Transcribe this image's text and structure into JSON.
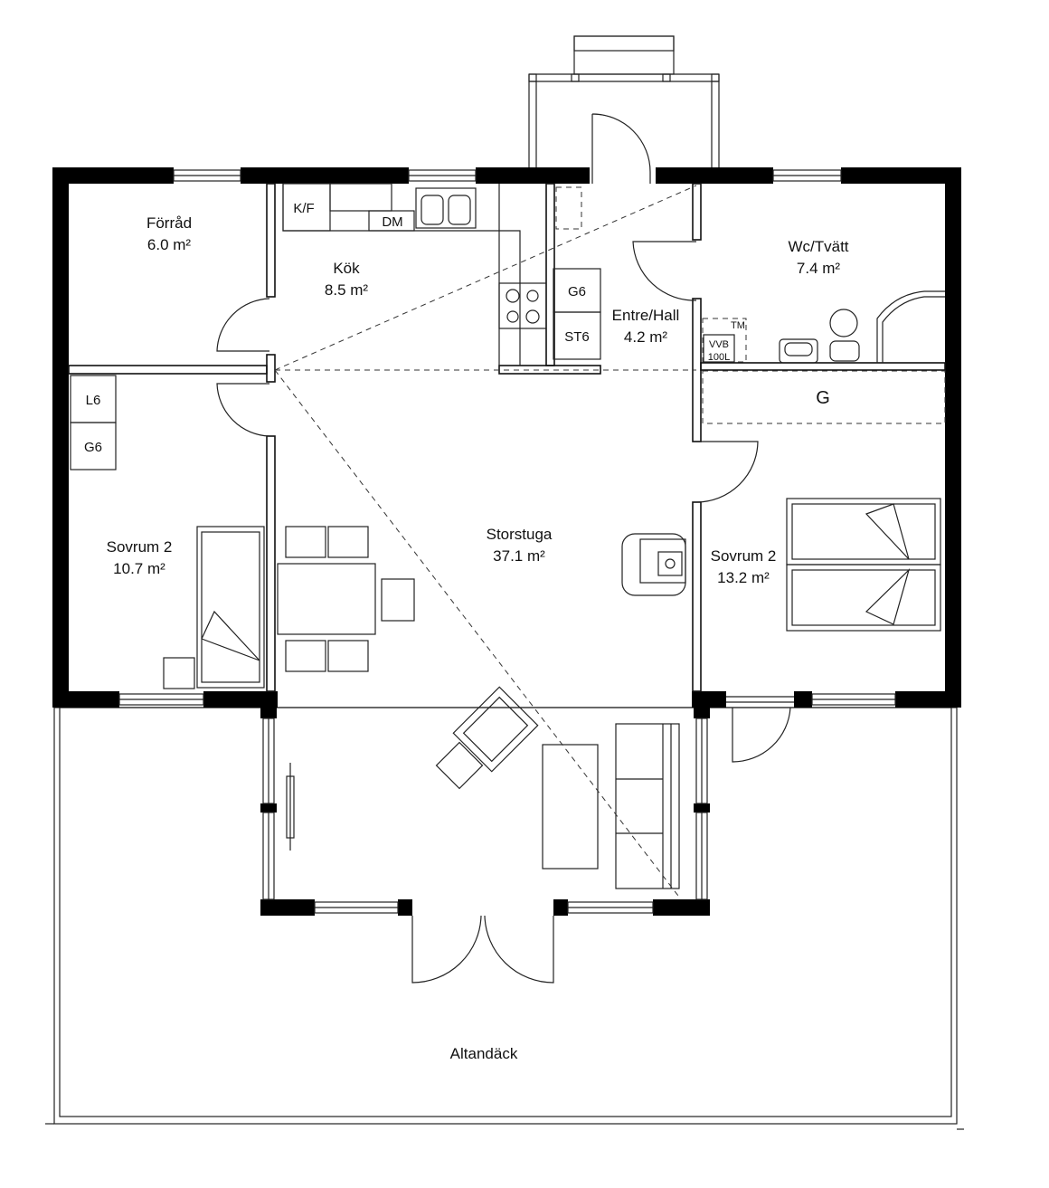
{
  "rooms": {
    "forrad": {
      "name": "Förråd",
      "area": "6.0 m²"
    },
    "kok": {
      "name": "Kök",
      "area": "8.5 m²"
    },
    "entre": {
      "name": "Entre/Hall",
      "area": "4.2 m²"
    },
    "wc": {
      "name": "Wc/Tvätt",
      "area": "7.4 m²"
    },
    "sovrum_left": {
      "name": "Sovrum 2",
      "area": "10.7 m²"
    },
    "storstuga": {
      "name": "Storstuga",
      "area": "37.1 m²"
    },
    "sovrum_right": {
      "name": "Sovrum 2",
      "area": "13.2 m²"
    },
    "altandack": {
      "name": "Altandäck"
    }
  },
  "fixtures": {
    "kf": "K/F",
    "dm": "DM",
    "g6_kitchen": "G6",
    "st6": "ST6",
    "l6": "L6",
    "g6_left": "G6",
    "tm": "TM",
    "vvb": "VVB",
    "vvb_volume": "100L",
    "g_wardrobe": "G"
  }
}
